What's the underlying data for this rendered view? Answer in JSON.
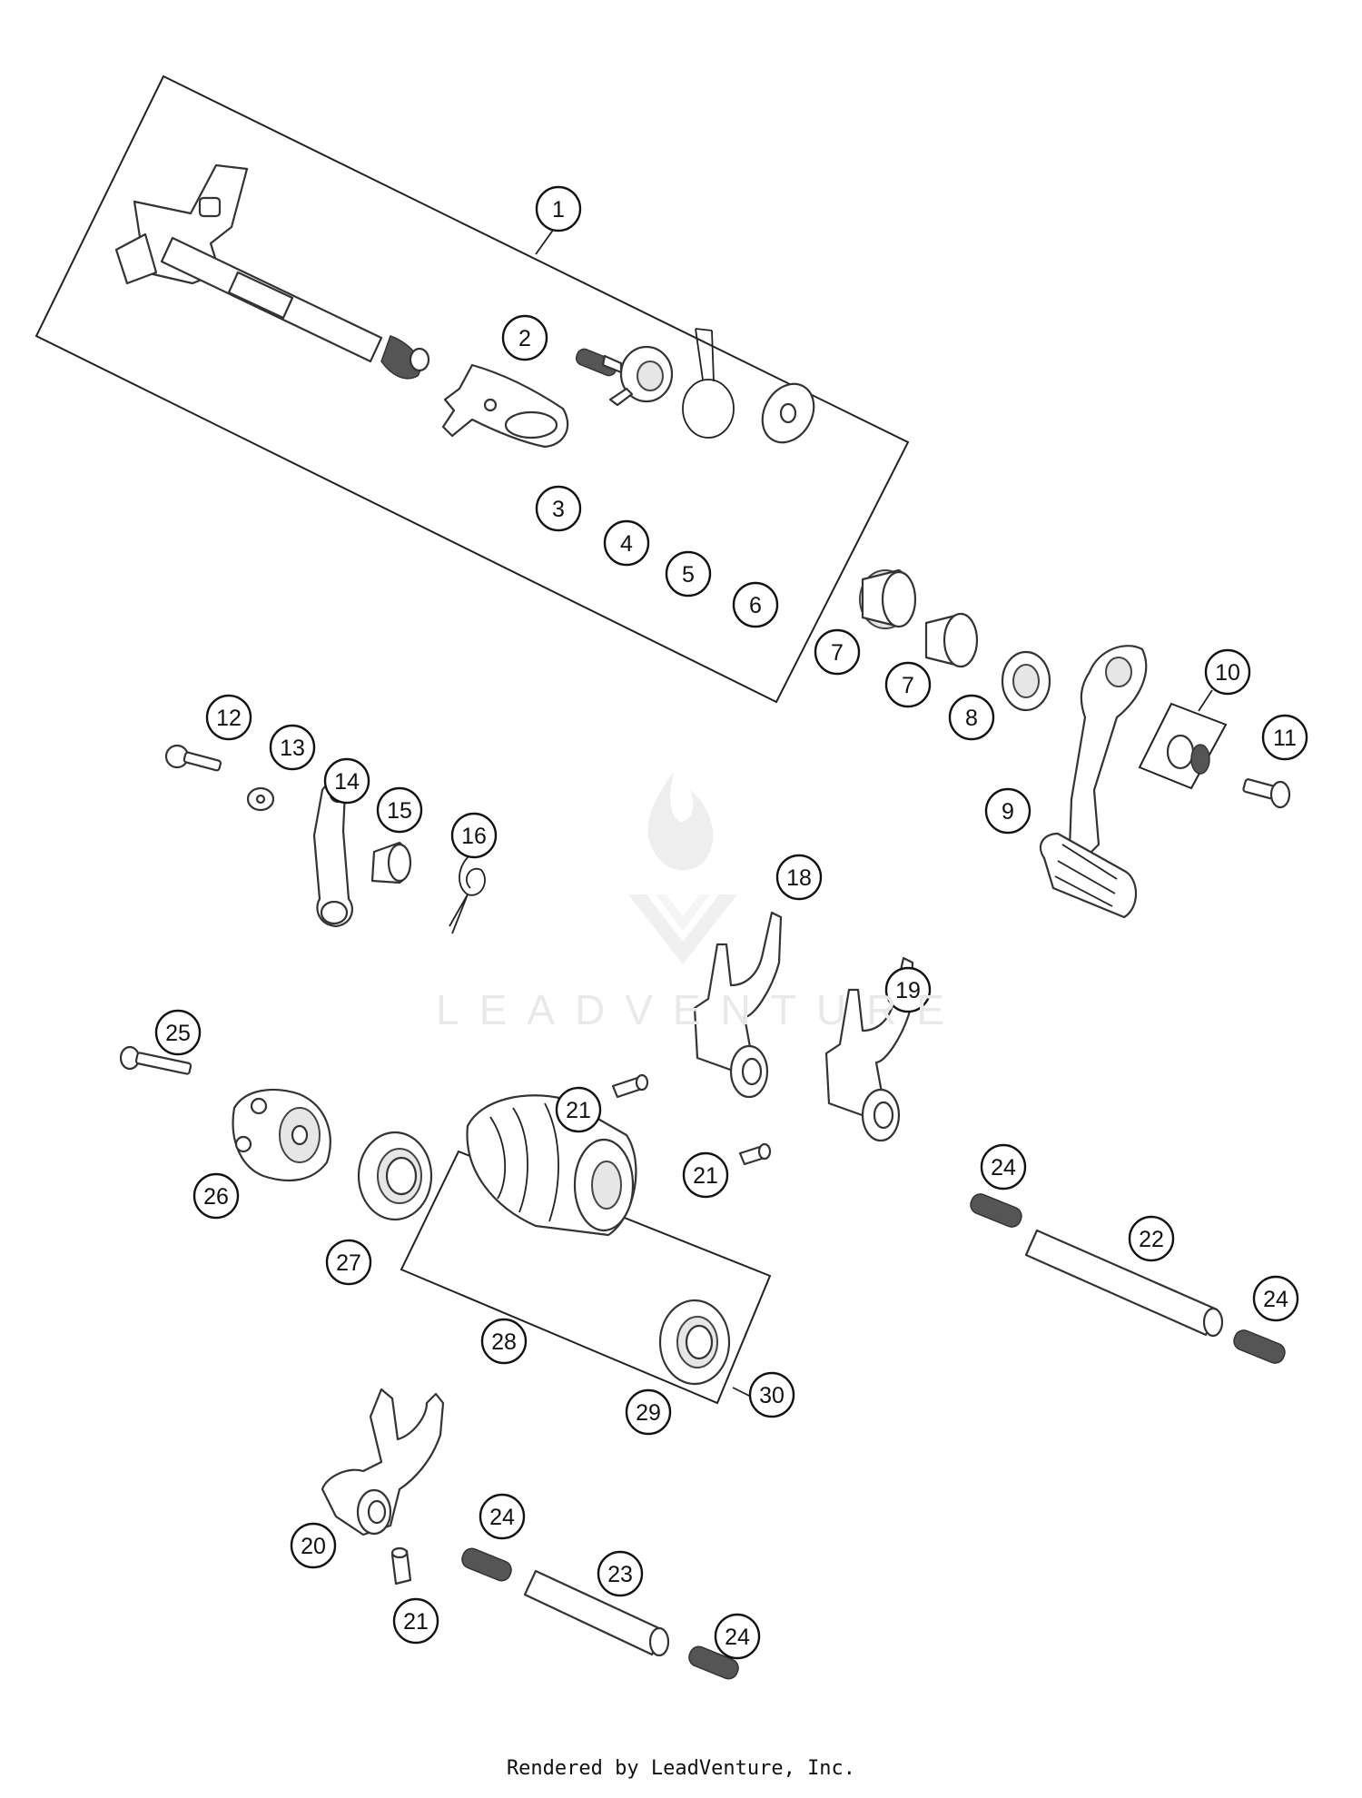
{
  "watermark": {
    "text": "LEADVENTURE",
    "icon": "flame-v-logo-icon"
  },
  "credit": "Rendered by LeadVenture, Inc.",
  "callouts": [
    {
      "label": "1"
    },
    {
      "label": "2"
    },
    {
      "label": "3"
    },
    {
      "label": "4"
    },
    {
      "label": "5"
    },
    {
      "label": "6"
    },
    {
      "label": "7"
    },
    {
      "label": "7"
    },
    {
      "label": "8"
    },
    {
      "label": "9"
    },
    {
      "label": "10"
    },
    {
      "label": "11"
    },
    {
      "label": "12"
    },
    {
      "label": "13"
    },
    {
      "label": "14"
    },
    {
      "label": "15"
    },
    {
      "label": "16"
    },
    {
      "label": "18"
    },
    {
      "label": "19"
    },
    {
      "label": "21"
    },
    {
      "label": "21"
    },
    {
      "label": "25"
    },
    {
      "label": "26"
    },
    {
      "label": "27"
    },
    {
      "label": "24"
    },
    {
      "label": "22"
    },
    {
      "label": "24"
    },
    {
      "label": "28"
    },
    {
      "label": "29"
    },
    {
      "label": "30"
    },
    {
      "label": "20"
    },
    {
      "label": "24"
    },
    {
      "label": "23"
    },
    {
      "label": "21"
    },
    {
      "label": "24"
    }
  ]
}
